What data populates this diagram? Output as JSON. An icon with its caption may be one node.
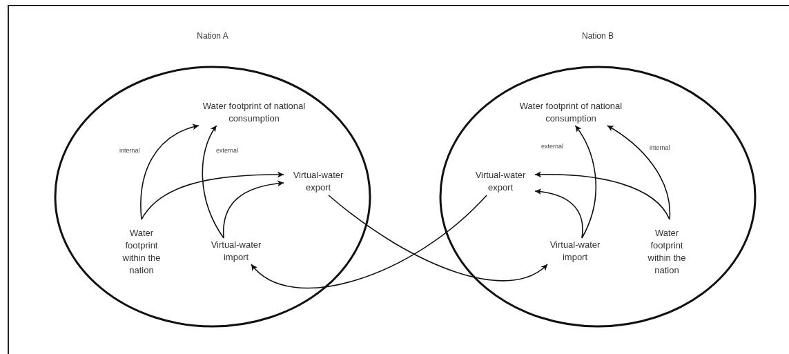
{
  "diagram": {
    "nodes": [
      {
        "text": [
          "Nation A"
        ]
      },
      {
        "text": [
          "Water footprint of national consumption"
        ],
        "in": 0
      },
      {
        "text": [
          "Virtual-water export"
        ],
        "in": 0
      },
      {
        "text": [
          "Water footprint within the nation"
        ],
        "in": 0
      },
      {
        "text": [
          "Virtual-water import"
        ],
        "in": 0
      },
      {
        "text": [
          "Nation B"
        ]
      },
      {
        "text": [
          "Water footprint of national consumption"
        ],
        "in": 5
      },
      {
        "text": [
          "Virtual-water export"
        ],
        "in": 5
      },
      {
        "text": [
          "Virtual-water import"
        ],
        "in": 5
      },
      {
        "text": [
          "Water footprint within the nation"
        ],
        "in": 5
      }
    ],
    "edges": [
      {
        "from": 3,
        "to": 1,
        "arrow": "to",
        "label": "internal"
      },
      {
        "from": 4,
        "to": 1,
        "arrow": "to",
        "label": "external"
      },
      {
        "from": 3,
        "to": 2,
        "arrow": "to"
      },
      {
        "from": 4,
        "to": 2,
        "arrow": "to"
      },
      {
        "from": 2,
        "to": 8,
        "arrow": "to"
      },
      {
        "from": 7,
        "to": 4,
        "arrow": "to"
      },
      {
        "from": 8,
        "to": 6,
        "arrow": "to",
        "label": "external"
      },
      {
        "from": 9,
        "to": 6,
        "arrow": "to",
        "label": "internal"
      },
      {
        "from": 9,
        "to": 7,
        "arrow": "to"
      },
      {
        "from": 8,
        "to": 7,
        "arrow": "to"
      }
    ]
  }
}
